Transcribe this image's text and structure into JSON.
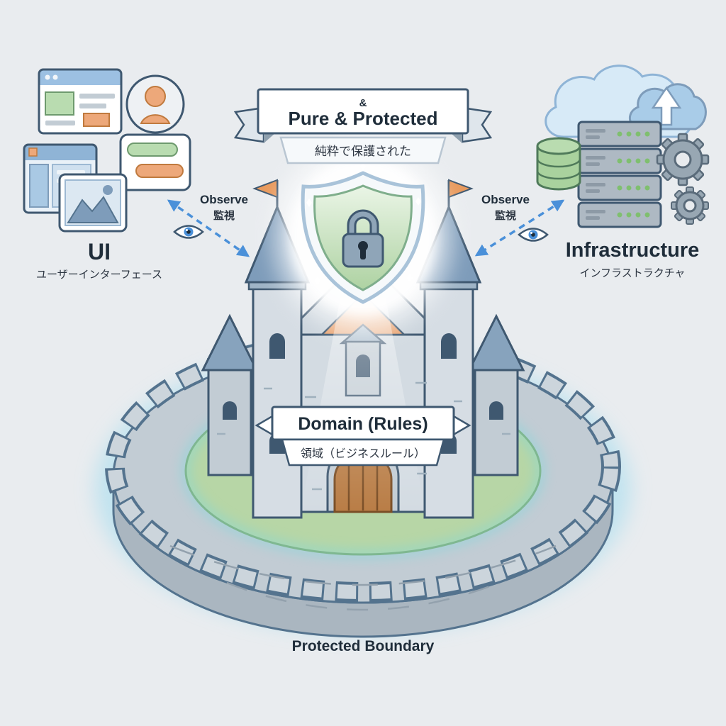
{
  "banner": {
    "ampersand": "&",
    "title": "Pure & Protected",
    "subtitle_ja": "純粋で保護された"
  },
  "left_cluster": {
    "label": "UI",
    "label_ja": "ユーザーインターフェース"
  },
  "right_cluster": {
    "label": "Infrastructure",
    "label_ja": "インフラストラクチャ"
  },
  "observe_left": {
    "label": "Observe",
    "label_ja": "監視"
  },
  "observe_right": {
    "label": "Observe",
    "label_ja": "監視"
  },
  "domain_banner": {
    "title": "Domain (Rules)",
    "subtitle_ja": "領域（ビジネスルール）"
  },
  "boundary": {
    "label": "Protected Boundary"
  },
  "icons": {
    "center": [
      "shield-lock-icon",
      "castle",
      "boundary-wall"
    ],
    "left": [
      "browser-window-icon",
      "avatar-icon",
      "app-window-icon",
      "chat-bubbles-icon",
      "image-placeholder-icon",
      "eye-icon"
    ],
    "right": [
      "cloud-icon",
      "upload-cloud-icon",
      "upload-arrow-icon",
      "server-rack-icon",
      "database-icon",
      "gear-icon",
      "eye-icon"
    ]
  },
  "colors": {
    "accent_blue": "#4a90d9",
    "outline": "#3f5870",
    "shield_green": "#b5d6aa",
    "flag_orange": "#e8995c",
    "glow_cyan": "#9fdcef",
    "wall_gray": "#c2ccd4",
    "grass_green": "#b7d6a6",
    "door_brown": "#b97d46"
  }
}
